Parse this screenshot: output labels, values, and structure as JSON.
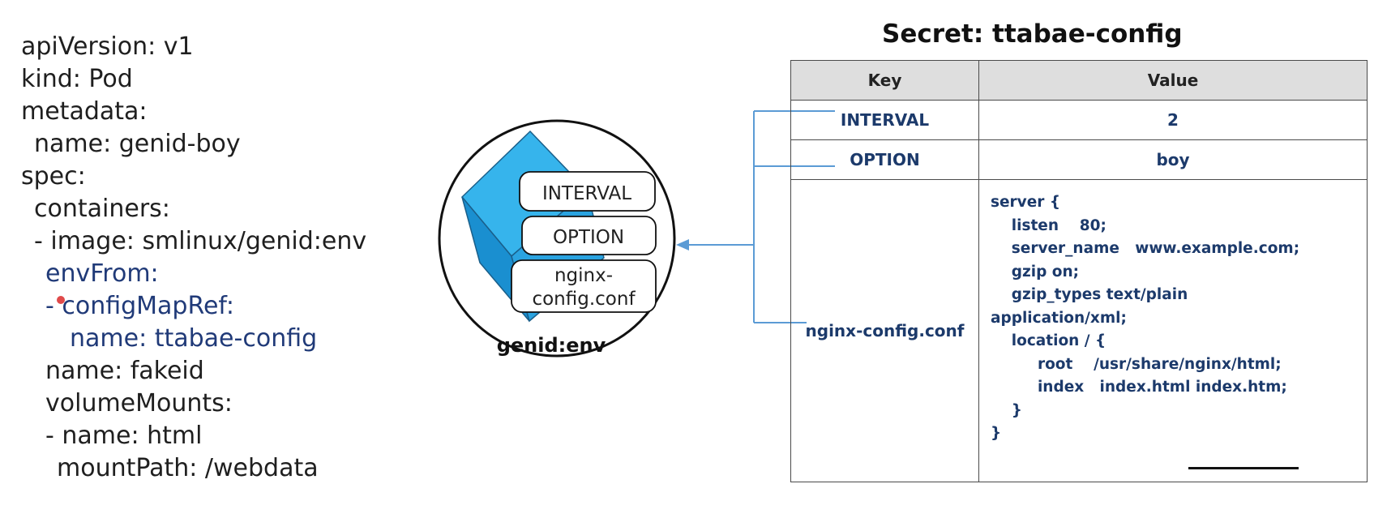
{
  "yaml": {
    "l1": "apiVersion: v1",
    "l2": "kind: Pod",
    "l3": "metadata:",
    "l4": "name: genid-boy",
    "l5": "spec:",
    "l6": "containers:",
    "l7": "- image: smlinux/genid:env",
    "l8": "envFrom:",
    "l9": "- configMapRef:",
    "l10": "name: ttabae-config",
    "l11": "name: fakeid",
    "l12": "volumeMounts:",
    "l13": "- name: html",
    "l14": "mountPath: /webdata"
  },
  "pod": {
    "label": "genid:env",
    "box1": "INTERVAL",
    "box2": "OPTION",
    "box3_line1": "nginx-",
    "box3_line2": "config.conf"
  },
  "secret": {
    "title": "Secret: ttabae-config",
    "key_header": "Key",
    "value_header": "Value",
    "rows": [
      {
        "key": "INTERVAL",
        "value": "2"
      },
      {
        "key": "OPTION",
        "value": "boy"
      },
      {
        "key": "nginx-config.conf",
        "value": "server {\n    listen    80;\n    server_name   www.example.com;\n    gzip on;\n    gzip_types text/plain\napplication/xml;\n    location / {\n         root    /usr/share/nginx/html;\n         index   index.html index.htm;\n    }\n}"
      }
    ]
  },
  "colors": {
    "cube_light": "#36b4ec",
    "cube_dark": "#1a8fd0",
    "connector": "#5b9bd5",
    "text_blue": "#1c3a6b"
  }
}
